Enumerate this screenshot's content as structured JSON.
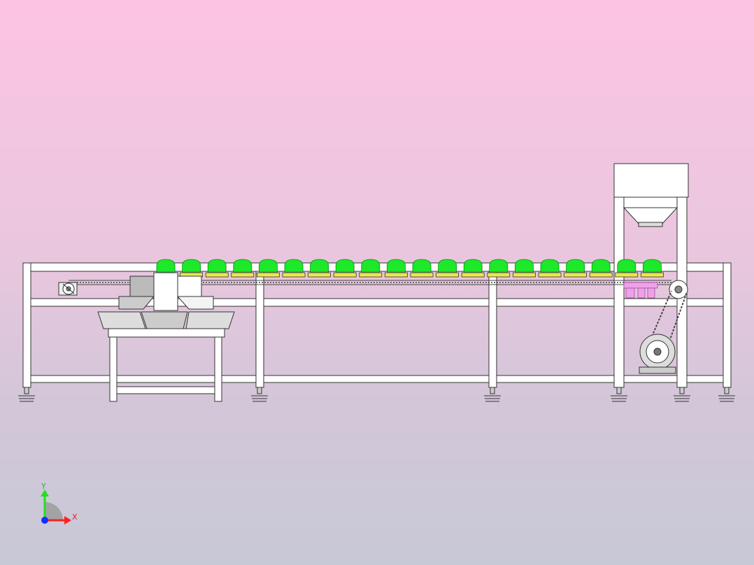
{
  "viewport": {
    "background_top": "#fdc4e2",
    "background_bottom": "#c8c9d6"
  },
  "model": {
    "name": "conveyor-assembly",
    "product_count": 20,
    "product_color": "#1ee82a",
    "tray_color": "#f0e64a",
    "pink_accent_color": "#f0a0e8",
    "frame_color": "#ffffff",
    "outline_color": "#222222"
  },
  "triad": {
    "x_label": "X",
    "y_label": "Y",
    "x_color": "#ff2020",
    "y_color": "#20e020",
    "z_color": "#1030ff"
  }
}
